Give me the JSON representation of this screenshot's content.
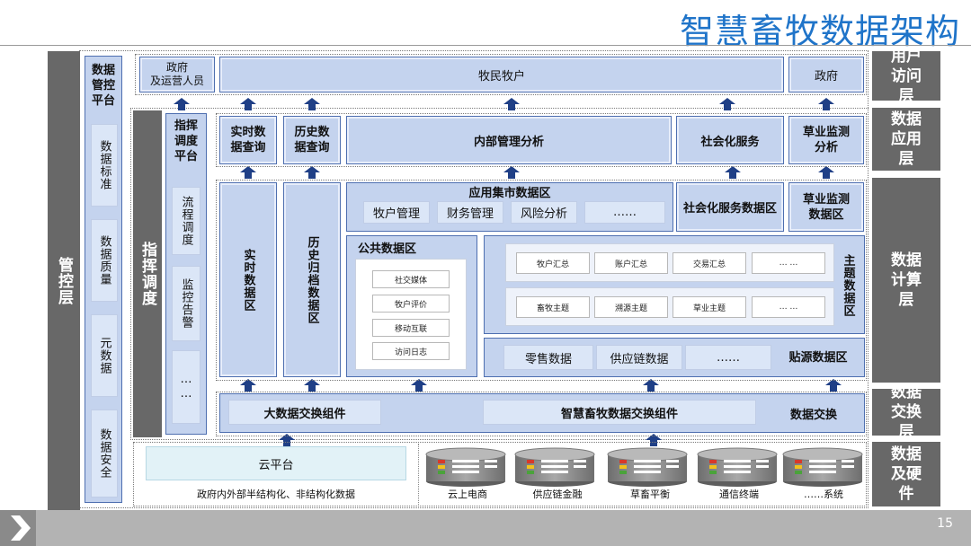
{
  "title": "智慧畜牧数据架构",
  "page_number": "15",
  "left_bar": "管控层",
  "data_control": {
    "title": "数据管控平台",
    "items": [
      "数据标准",
      "数据质量",
      "元数据",
      "数据安全"
    ]
  },
  "command": {
    "bar": "指挥调度",
    "platform": "指挥调度平台",
    "items": [
      "流程调度",
      "监控告警",
      "……"
    ]
  },
  "layers": {
    "user_access": "用户访问层",
    "data_app": "数据应用层",
    "data_compute": "数据计算层",
    "data_exchange": "数据交换层",
    "data_hw": "数据及硬件"
  },
  "user_access": {
    "gov_ops": "政府\n及运营人员",
    "herders": "牧民牧户",
    "gov": "政府"
  },
  "apps": {
    "realtime_query": "实时数据查询",
    "history_query": "历史数据查询",
    "internal": "内部管理分析",
    "social": "社会化服务",
    "grass": "草业监测分析"
  },
  "compute": {
    "realtime_zone": "实时数据区",
    "history_zone": "历史归档数据区",
    "app_mart": "应用集市数据区",
    "app_mart_items": [
      "牧户管理",
      "财务管理",
      "风险分析",
      "……"
    ],
    "social_zone": "社会化服务数据区",
    "grass_zone": "草业监测数据区",
    "public_zone": "公共数据区",
    "public_items": [
      "社交媒体",
      "牧户评价",
      "移动互联",
      "访问日志"
    ],
    "theme_zone": "主题数据区",
    "theme_row1": [
      "牧户汇总",
      "账户汇总",
      "交易汇总",
      "… …"
    ],
    "theme_row2": [
      "畜牧主题",
      "溯源主题",
      "草业主题",
      "… …"
    ],
    "source_zone": "贴源数据区",
    "source_items": [
      "零售数据",
      "供应链数据",
      "……"
    ]
  },
  "exchange": {
    "bigdata": "大数据交换组件",
    "smart": "智慧畜牧数据交换组件",
    "label": "数据交换"
  },
  "hardware": {
    "cloud": "云平台",
    "gov_data": "政府内外部半结构化、非结构化数据",
    "items": [
      "云上电商",
      "供应链金融",
      "草畜平衡",
      "通信终端",
      "……系统"
    ]
  }
}
